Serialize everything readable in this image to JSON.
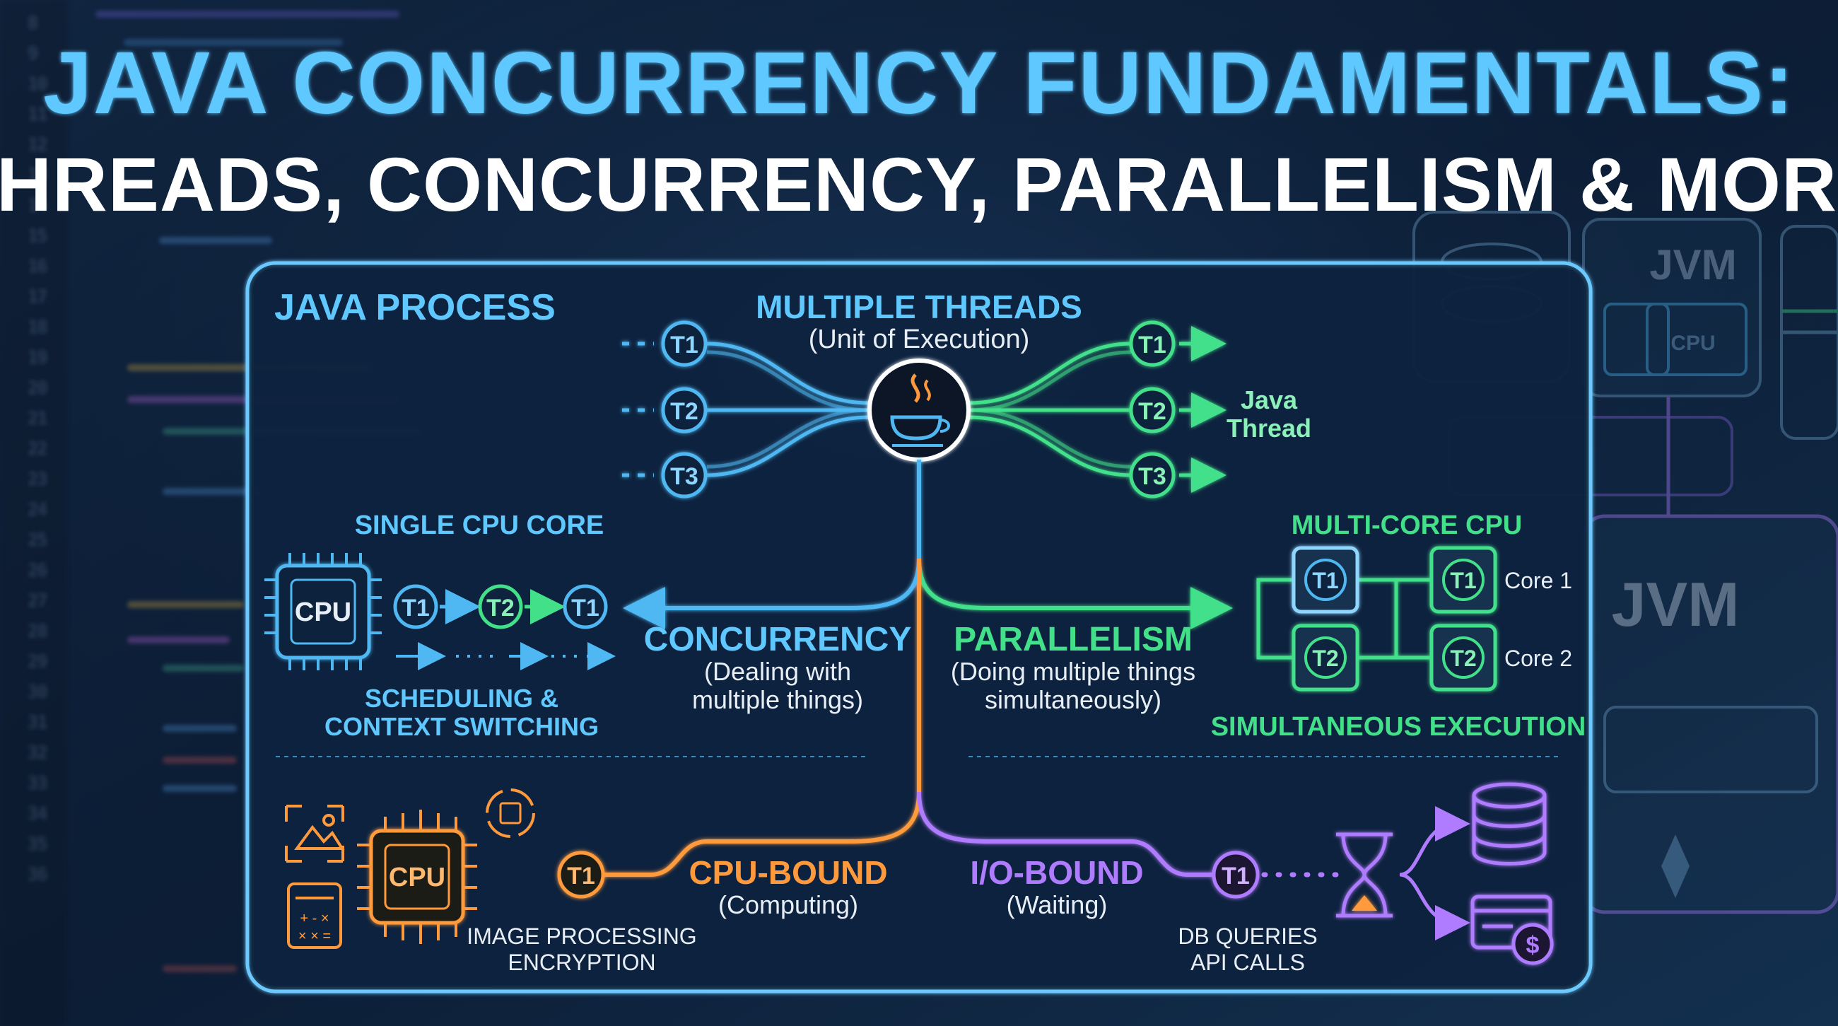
{
  "title": {
    "line1": "JAVA CONCURRENCY FUNDAMENTALS:",
    "line2": "THREADS, CONCURRENCY, PARALLELISM & MORE"
  },
  "process": {
    "label": "JAVA PROCESS"
  },
  "threads": {
    "title": "MULTIPLE THREADS",
    "subtitle": "(Unit of Execution)",
    "left": [
      "T1",
      "T2",
      "T3"
    ],
    "right": [
      "T1",
      "T2",
      "T3"
    ],
    "java_thread_label_1": "Java",
    "java_thread_label_2": "Thread"
  },
  "single_core": {
    "title": "SINGLE CPU CORE",
    "cpu_label": "CPU",
    "sequence": [
      "T1",
      "T2",
      "T1"
    ],
    "caption_1": "SCHEDULING &",
    "caption_2": "CONTEXT SWITCHING"
  },
  "concurrency": {
    "title": "CONCURRENCY",
    "desc_1": "(Dealing with",
    "desc_2": "multiple things)"
  },
  "parallelism": {
    "title": "PARALLELISM",
    "desc_1": "(Doing multiple things",
    "desc_2": "simultaneously)"
  },
  "multi_core": {
    "title": "MULTI-CORE CPU",
    "core1_threads": [
      "T1",
      "T1"
    ],
    "core2_threads": [
      "T2",
      "T2"
    ],
    "core1_label": "Core 1",
    "core2_label": "Core 2",
    "caption": "SIMULTANEOUS EXECUTION"
  },
  "cpu_bound": {
    "title": "CPU-BOUND",
    "desc": "(Computing)",
    "cpu_label": "CPU",
    "thread": "T1",
    "example_1": "IMAGE PROCESSING",
    "example_2": "ENCRYPTION"
  },
  "io_bound": {
    "title": "I/O-BOUND",
    "desc": "(Waiting)",
    "thread": "T1",
    "example_1": "DB QUERIES",
    "example_2": "API CALLS"
  },
  "background": {
    "jvm_top": "JVM",
    "jvm_big": "JVM",
    "cpu_small": "CPU",
    "line_numbers": [
      "8",
      "9",
      "10",
      "11",
      "12",
      "13",
      "14",
      "15",
      "16",
      "17",
      "18",
      "19",
      "20",
      "21",
      "22",
      "23",
      "24",
      "25",
      "26",
      "27",
      "28",
      "29",
      "30",
      "31",
      "32",
      "33",
      "34",
      "35",
      "36"
    ]
  },
  "colors": {
    "title_blue": "#5fc8ff",
    "blue": "#4fb8f2",
    "green": "#43e08a",
    "orange": "#ff9a3c",
    "purple": "#b07cff",
    "panel_border": "#6cc9ff"
  }
}
